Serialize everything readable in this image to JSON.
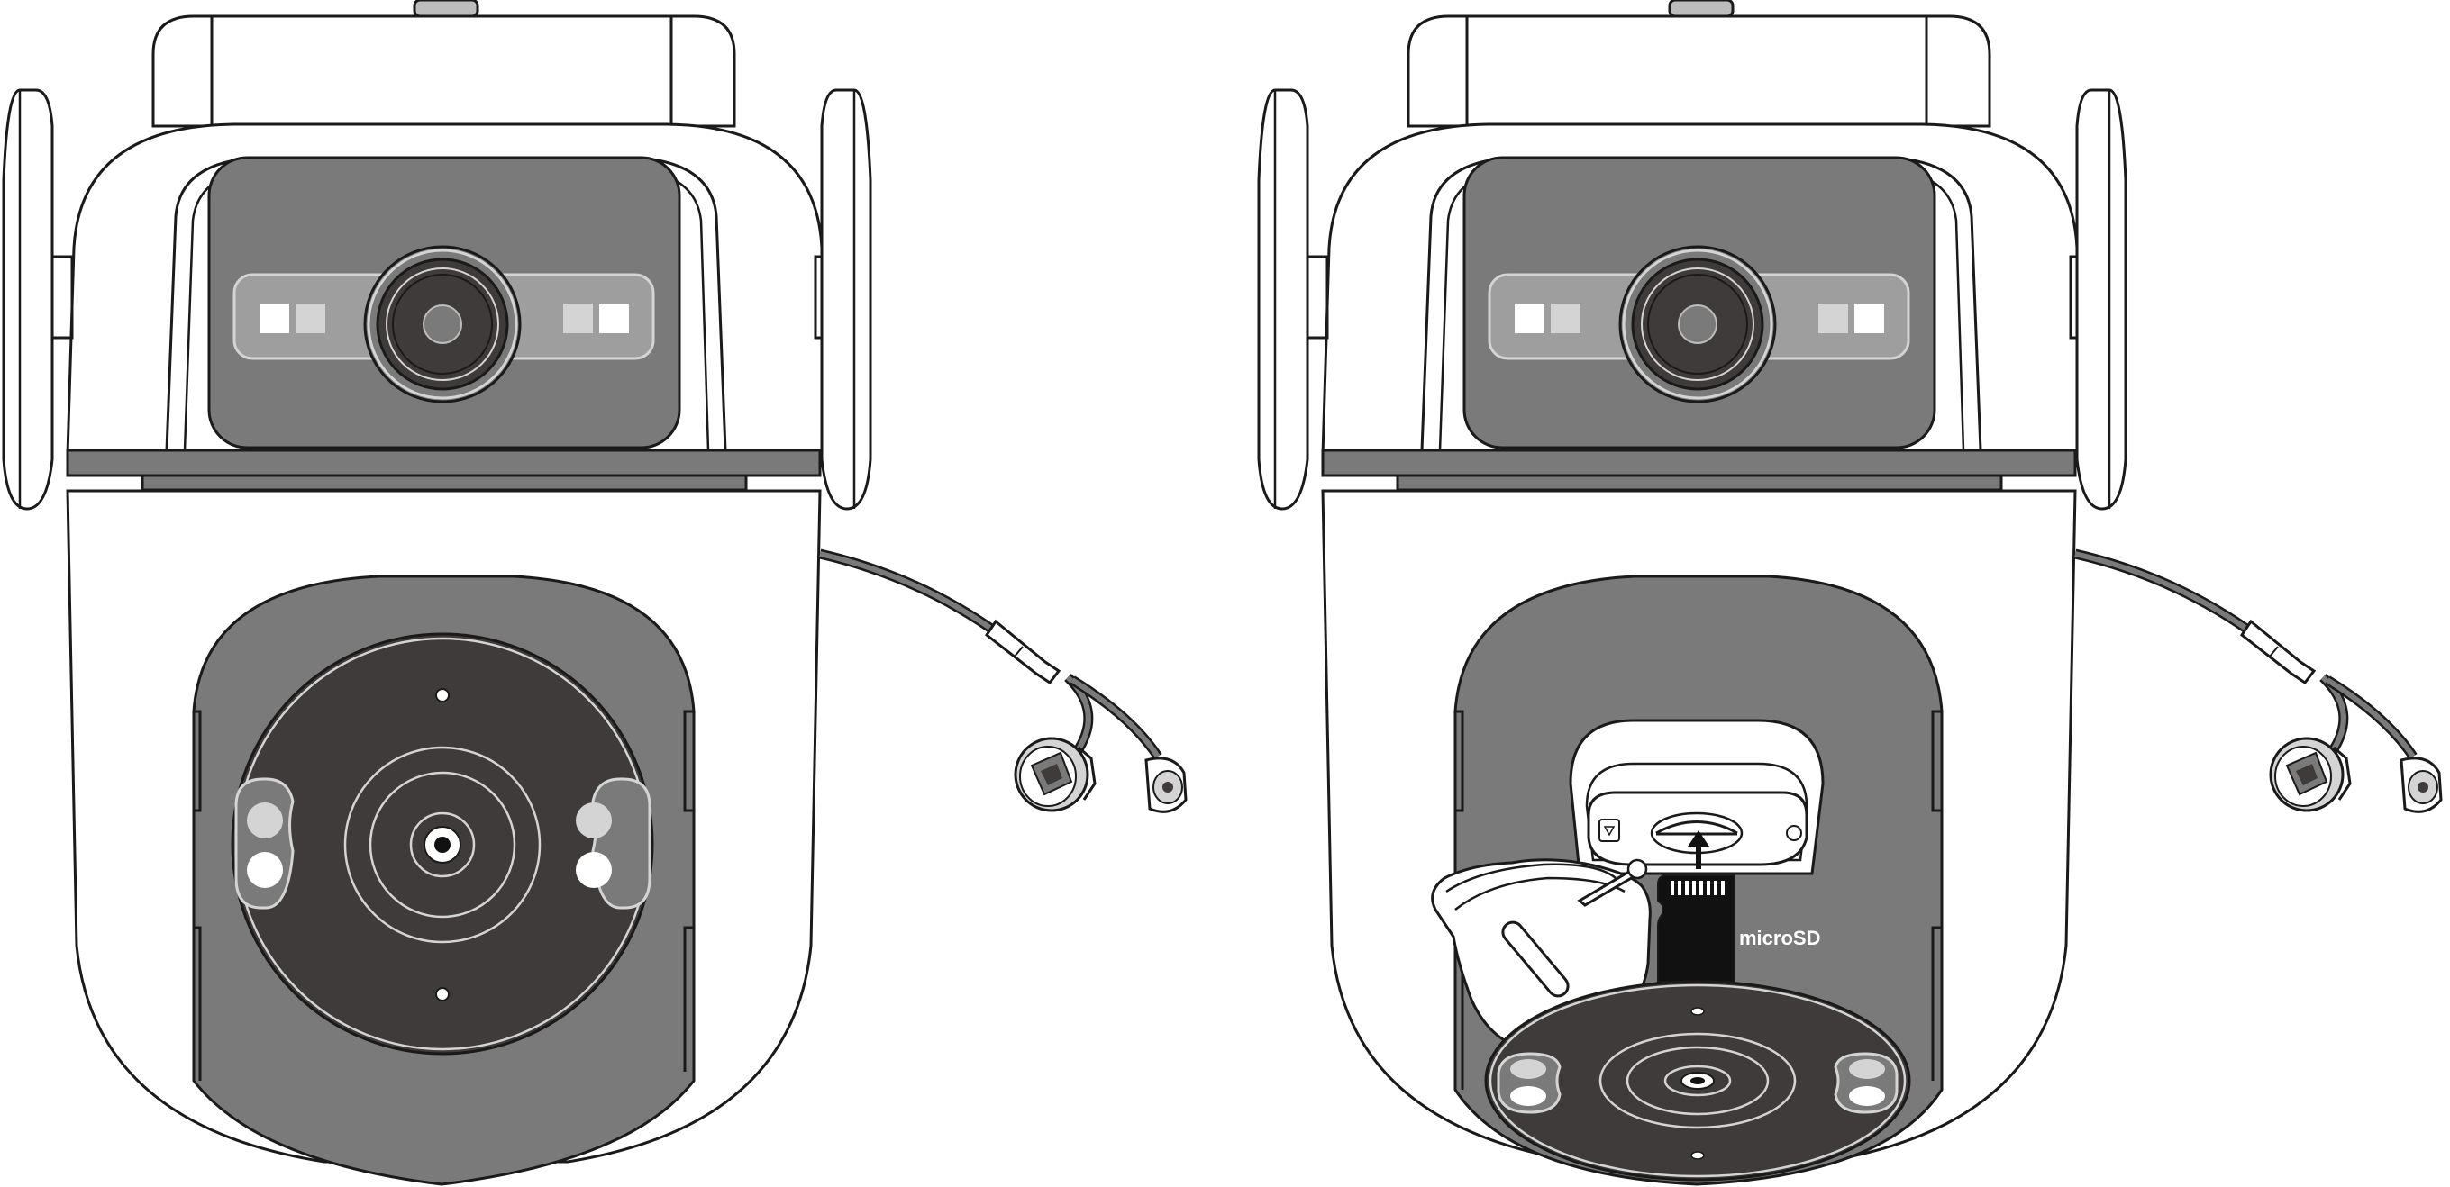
{
  "figure": {
    "card_label": "microSD",
    "colors": {
      "outline": "#1a1a1a",
      "body": "#ffffff",
      "panel_gray": "#7a7a7a",
      "lens_dark": "#3f3b3b",
      "light_gray": "#bdbdbd",
      "ir_light": "#d4d4d4",
      "card_black": "#111111"
    },
    "views": [
      {
        "state": "slot closed",
        "icons": [
          "camera-body",
          "top-lens-icon",
          "bottom-lens-icon",
          "cable-icon",
          "ethernet-connector-icon",
          "dc-power-connector-icon"
        ]
      },
      {
        "state": "slot open, card inserting",
        "icons": [
          "camera-body",
          "top-lens-icon",
          "bottom-lens-icon",
          "microsd-slot-icon",
          "slot-cover-icon",
          "microsd-card-icon",
          "insert-arrow-icon",
          "cable-icon"
        ]
      }
    ]
  }
}
